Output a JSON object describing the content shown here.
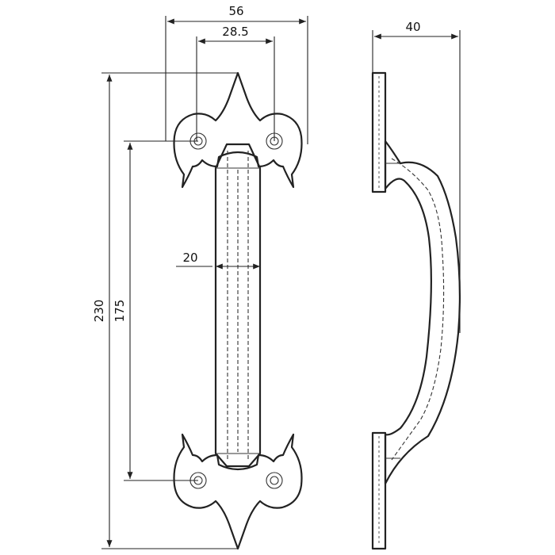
{
  "dimensions": {
    "width_outer": "56",
    "hole_spacing": "28.5",
    "bar_width": "20",
    "overall_length": "230",
    "hole_centers": "175",
    "projection": "40"
  },
  "colors": {
    "line": "#222222",
    "background": "#ffffff"
  }
}
